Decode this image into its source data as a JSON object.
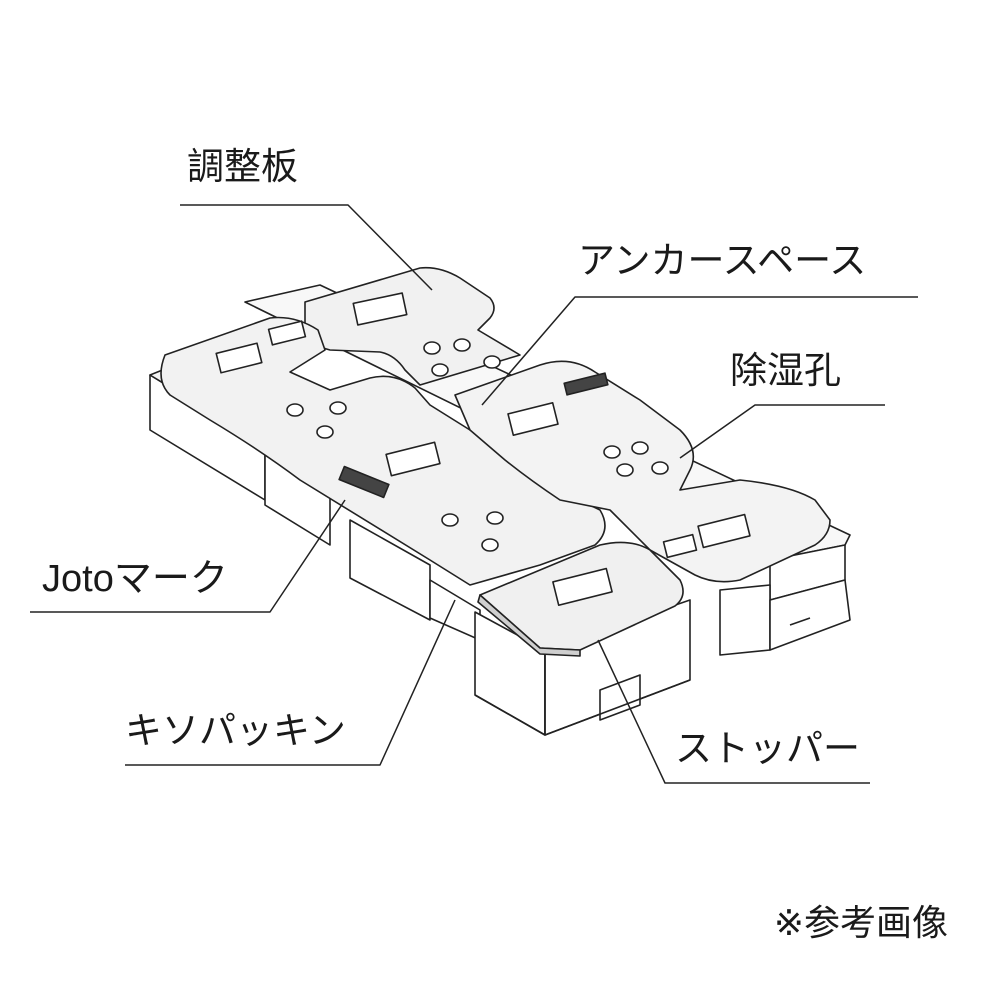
{
  "labels": {
    "adjust_plate": "調整板",
    "anchor_space": "アンカースペース",
    "dehumidify_hole": "除湿孔",
    "joto_mark": "Jotoマーク",
    "kiso_packing": "キソパッキン",
    "stopper": "ストッパー"
  },
  "note": "※参考画像",
  "colors": {
    "line": "#222222",
    "plate_fill": "#f0f0f0",
    "block_top": "#f7f7f7",
    "block_side": "#ffffff",
    "plate_edge": "#cfcfcf"
  }
}
